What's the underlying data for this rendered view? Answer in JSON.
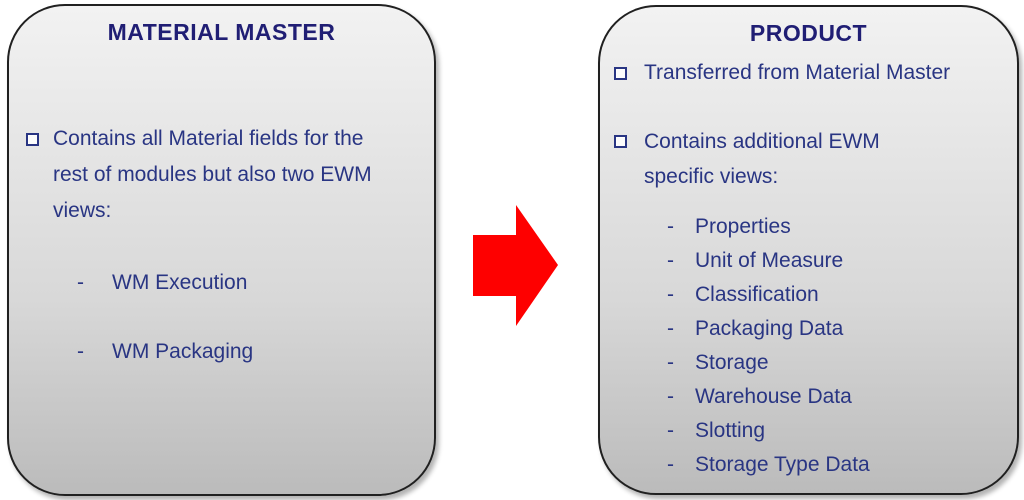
{
  "left_box": {
    "title": "MATERIAL MASTER",
    "bullet1": {
      "line1": "Contains all Material fields for the",
      "line2": "rest of modules but also two EWM",
      "line3": "views:"
    },
    "sub_bullets": [
      "WM Execution",
      "WM Packaging"
    ]
  },
  "right_box": {
    "title": "PRODUCT",
    "bullet1": "Transferred from Material Master",
    "bullet2": {
      "line1": "Contains additional EWM",
      "line2": "specific views:"
    },
    "sub_bullets": [
      "Properties",
      "Unit of Measure",
      "Classification",
      "Packaging Data",
      "Storage",
      "Warehouse Data",
      "Slotting",
      "Storage Type Data"
    ]
  },
  "markers": {
    "dash": "-"
  },
  "arrow": {
    "direction": "right"
  },
  "colors": {
    "title_text": "#201E74",
    "body_text": "#293583",
    "arrow_red": "#FE0000",
    "box_border": "#202020",
    "box_top": "#F2F2F2",
    "box_bottom": "#BBBBBB"
  }
}
